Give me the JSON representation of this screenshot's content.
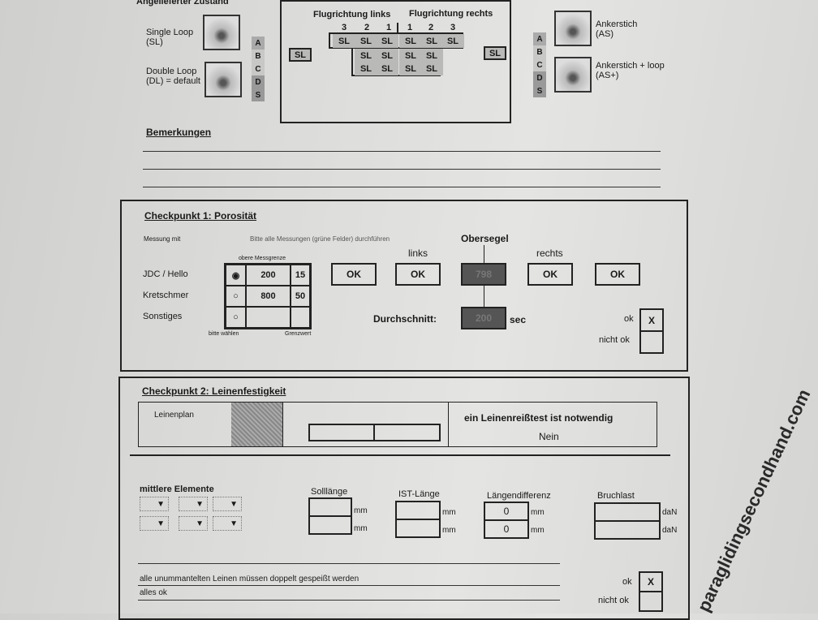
{
  "header": {
    "title": "Angelieferter Zustand",
    "single_loop": "Single Loop",
    "single_loop_abbr": "(SL)",
    "double_loop": "Double Loop",
    "double_loop_abbr": "(DL) = default",
    "ankerstich": "Ankerstich",
    "ankerstich_abbr": "(AS)",
    "ankerstich_loop": "Ankerstich + loop",
    "ankerstich_loop_abbr": "(AS+)",
    "levels": [
      "A",
      "B",
      "C",
      "D",
      "S"
    ],
    "flug_links": "Flugrichtung links",
    "flug_rechts": "Flugrichtung rechts",
    "cols_left": [
      "3",
      "2",
      "1"
    ],
    "cols_right": [
      "1",
      "2",
      "3"
    ],
    "cell": "SL",
    "side_left": "SL",
    "side_right": "SL"
  },
  "remarks": {
    "title": "Bemerkungen"
  },
  "cp1": {
    "title": "Checkpunkt 1: Porosität",
    "messung": "Messung mit",
    "hint": "Bitte alle Messungen (grüne Felder) durchführen",
    "obere": "obere Messgrenze",
    "bitte": "bitte wählen",
    "grenz": "Grenzwert",
    "devices": [
      {
        "name": "JDC / Hello",
        "value": "200",
        "limit": "15",
        "selected": true
      },
      {
        "name": "Kretschmer",
        "value": "800",
        "limit": "50",
        "selected": false
      },
      {
        "name": "Sonstiges",
        "value": "",
        "limit": "",
        "selected": false
      }
    ],
    "obersegel": "Obersegel",
    "links": "links",
    "rechts": "rechts",
    "results": [
      "OK",
      "OK",
      "798",
      "OK",
      "OK"
    ],
    "avg_label": "Durchschnitt:",
    "avg_value": "200",
    "avg_unit": "sec",
    "ok": "ok",
    "nicht_ok": "nicht ok",
    "ok_mark": "X"
  },
  "cp2": {
    "title": "Checkpunkt 2: Leinenfestigkeit",
    "leinenplan": "Leinenplan",
    "test": "ein Leinenreißtest ist notwendig",
    "test_value": "Nein",
    "mittlere": "mittlere Elemente",
    "soll": "Solllänge",
    "ist": "IST-Länge",
    "diff": "Längendifferenz",
    "bruch": "Bruchlast",
    "mm": "mm",
    "dan": "daN",
    "diff_values": [
      "0",
      "0"
    ],
    "note1": "alle unummantelten Leinen müssen doppelt gespeißt werden",
    "note2": "alles ok",
    "ok": "ok",
    "nicht_ok": "nicht ok",
    "ok_mark": "X"
  },
  "watermark": "paraglidingsecondhand.com"
}
